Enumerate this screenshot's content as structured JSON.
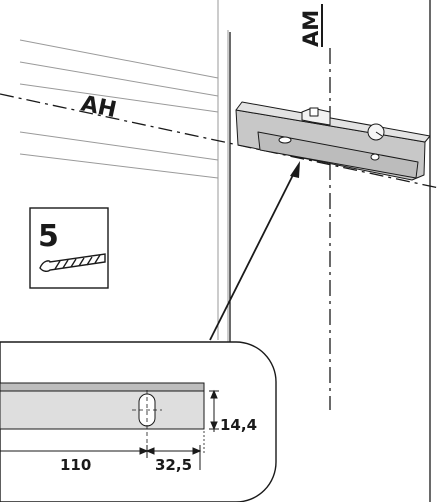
{
  "labels": {
    "axis_horizontal": "AH",
    "axis_vertical": "AM"
  },
  "drill": {
    "size": "5",
    "icon": "drill-bit-icon"
  },
  "dimensions": {
    "spacing": "110",
    "offset": "32,5",
    "height": "14,4"
  },
  "colors": {
    "line": "#1a1a1a",
    "wall": "#9a9a9a",
    "bracket": "#c8c8c8",
    "detail_rail": "#dedede"
  }
}
